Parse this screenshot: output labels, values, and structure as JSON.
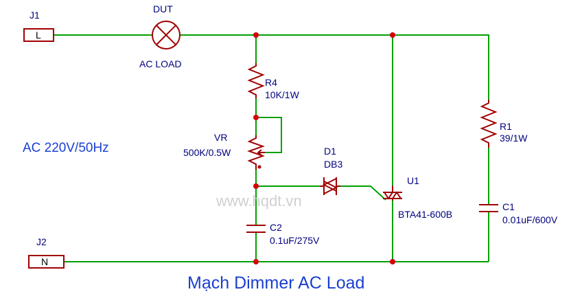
{
  "title": "Mạch Dimmer AC Load",
  "watermark": "www.hqdt.vn",
  "supply_note": "AC 220V/50Hz",
  "components": {
    "j1": {
      "ref": "J1",
      "pin": "L"
    },
    "j2": {
      "ref": "J2",
      "pin": "N"
    },
    "dut": {
      "ref": "DUT",
      "value": "AC LOAD"
    },
    "r4": {
      "ref": "R4",
      "value": "10K/1W"
    },
    "vr": {
      "ref": "VR",
      "value": "500K/0.5W"
    },
    "d1": {
      "ref": "D1",
      "value": "DB3"
    },
    "c2": {
      "ref": "C2",
      "value": "0.1uF/275V"
    },
    "u1": {
      "ref": "U1",
      "value": "BTA41-600B"
    },
    "r1": {
      "ref": "R1",
      "value": "39/1W"
    },
    "c1": {
      "ref": "C1",
      "value": "0.01uF/600V"
    }
  },
  "colors": {
    "wire": "#00a000",
    "component": "#a00000",
    "junction": "#d40000",
    "label": "#00007f",
    "title": "#1a3fd0"
  }
}
